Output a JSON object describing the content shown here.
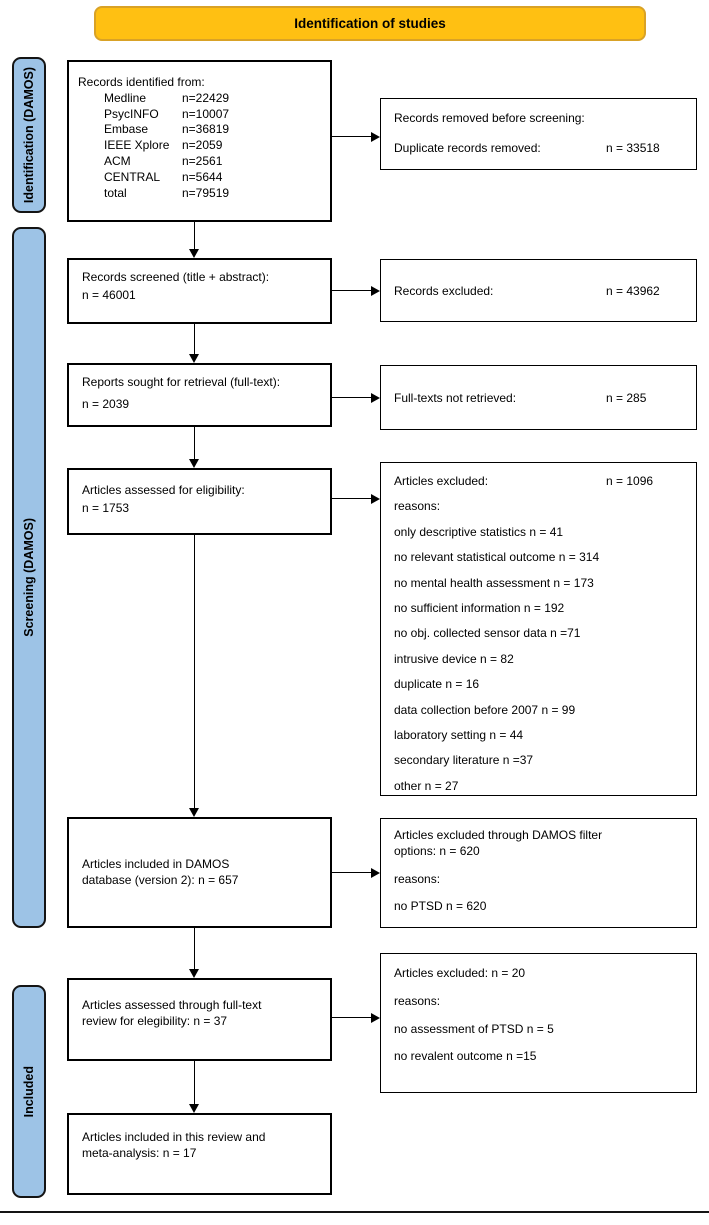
{
  "banner": {
    "label": "Identification of studies"
  },
  "sidebar": {
    "stages": [
      {
        "label": "Identification (DAMOS)"
      },
      {
        "label": "Screening (DAMOS)"
      },
      {
        "label": "Included"
      }
    ]
  },
  "flow": {
    "identified": {
      "title": "Records identified from:",
      "sources": [
        {
          "name": "Medline",
          "count": "n=22429"
        },
        {
          "name": "PsycINFO",
          "count": "n=10007"
        },
        {
          "name": "Embase",
          "count": "n=36819"
        },
        {
          "name": "IEEE Xplore",
          "count": "n=2059"
        },
        {
          "name": "ACM",
          "count": "n=2561"
        },
        {
          "name": "CENTRAL",
          "count": "n=5644"
        },
        {
          "name": "total",
          "count": "n=79519"
        }
      ]
    },
    "removed_before_screening": {
      "line1": "Records removed before screening:",
      "line2_label": "Duplicate records removed:",
      "line2_value": "n = 33518"
    },
    "screened": {
      "line1": "Records screened (title + abstract):",
      "line2": "n = 46001"
    },
    "records_excluded": {
      "label": "Records excluded:",
      "value": "n = 43962"
    },
    "retrieval": {
      "line1": "Reports sought for retrieval (full-text):",
      "line2": "n = 2039"
    },
    "not_retrieved": {
      "label": "Full-texts not retrieved:",
      "value": "n = 285"
    },
    "eligibility": {
      "line1": "Articles assessed for eligibility:",
      "line2": "n = 1753"
    },
    "excluded_eligibility": {
      "header_label": "Articles excluded:",
      "header_value": "n = 1096",
      "reasons_label": "reasons:",
      "reasons": [
        "only descriptive statistics n = 41",
        "no relevant statistical outcome n = 314",
        "no mental health assessment n = 173",
        "no sufficient information n = 192",
        "no obj. collected sensor data n =71",
        "intrusive device n = 82",
        "duplicate n = 16",
        "data collection before 2007 n = 99",
        "laboratory setting n = 44",
        "secondary literature n =37",
        "other n = 27"
      ]
    },
    "damos_included": {
      "line1": "Articles included in DAMOS",
      "line2": "database (version 2): n = 657"
    },
    "damos_excluded": {
      "line1": "Articles excluded through DAMOS filter",
      "line2": "options: n = 620",
      "reasons_label": "reasons:",
      "reasons": [
        "no PTSD n = 620"
      ]
    },
    "fulltext_review": {
      "line1": "Articles assessed through full-text",
      "line2": "review for elegibility: n = 37"
    },
    "excluded_review": {
      "line1": "Articles excluded: n = 20",
      "reasons_label": "reasons:",
      "reasons": [
        "no assessment of PTSD n = 5",
        "no revalent outcome n =15"
      ]
    },
    "included_final": {
      "line1": "Articles included in this review and",
      "line2": "meta-analysis: n = 17"
    }
  },
  "colors": {
    "banner_fill": "#FFC012",
    "banner_border": "#D9A226",
    "sidebar_fill": "#9DC3E6",
    "line_color": "#000000"
  }
}
